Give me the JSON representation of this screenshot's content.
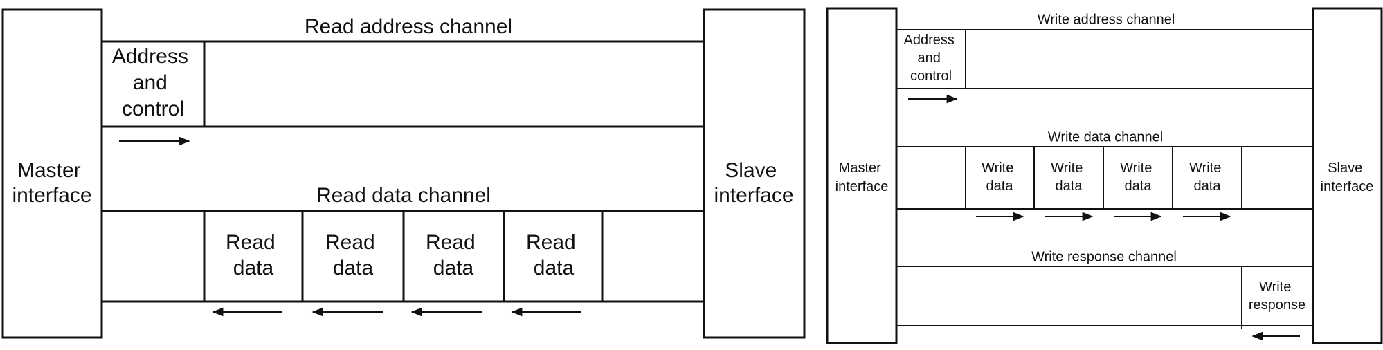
{
  "read": {
    "master_lines": [
      "Master",
      "interface"
    ],
    "slave_lines": [
      "Slave",
      "interface"
    ],
    "address_channel_label": "Read address channel",
    "address_lines": [
      "Address",
      "and",
      "control"
    ],
    "data_channel_label": "Read data channel",
    "data_cells": [
      [
        "Read",
        "data"
      ],
      [
        "Read",
        "data"
      ],
      [
        "Read",
        "data"
      ],
      [
        "Read",
        "data"
      ]
    ]
  },
  "write": {
    "master_lines": [
      "Master",
      "interface"
    ],
    "slave_lines": [
      "Slave",
      "interface"
    ],
    "address_channel_label": "Write address channel",
    "address_lines": [
      "Address",
      "and",
      "control"
    ],
    "data_channel_label": "Write data channel",
    "data_cells": [
      [
        "Write",
        "data"
      ],
      [
        "Write",
        "data"
      ],
      [
        "Write",
        "data"
      ],
      [
        "Write",
        "data"
      ]
    ],
    "response_channel_label": "Write response channel",
    "response_lines": [
      "Write",
      "response"
    ]
  }
}
